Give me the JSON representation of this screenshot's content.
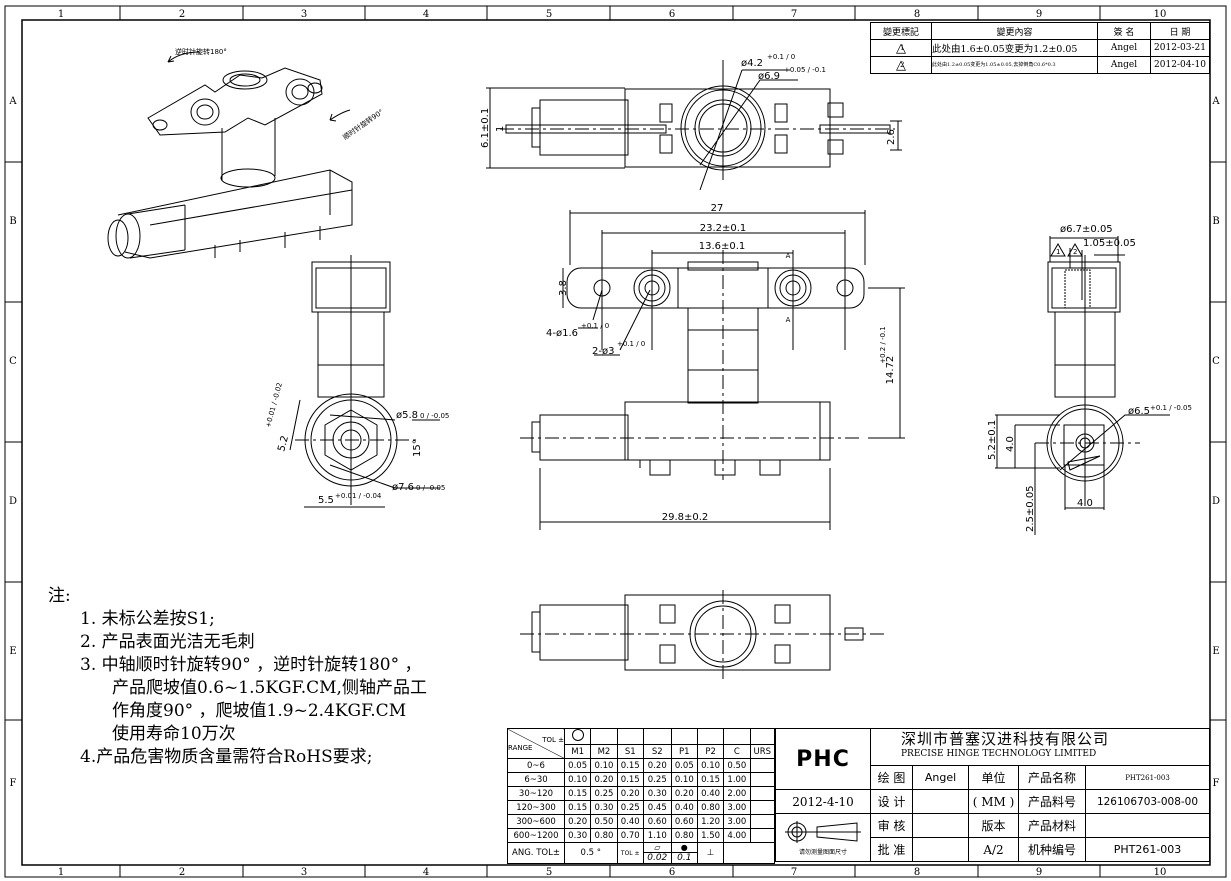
{
  "frame": {
    "columns": [
      "1",
      "2",
      "3",
      "4",
      "5",
      "6",
      "7",
      "8",
      "9",
      "10"
    ],
    "rows": [
      "A",
      "B",
      "C",
      "D",
      "E",
      "F"
    ]
  },
  "revision_table": {
    "headers": [
      "變更標記",
      "變更內容",
      "簽 名",
      "日 期"
    ],
    "rows": [
      {
        "mark": "1",
        "content": "此处由1.6±0.05变更为1.2±0.05",
        "signer": "Angel",
        "date": "2012-03-21"
      },
      {
        "mark": "2",
        "content": "此处由1.2±0.05变更为1.05±0.05,去掉倒角C0.6*0.3",
        "signer": "Angel",
        "date": "2012-04-10"
      }
    ]
  },
  "iso_view": {
    "ccw_label": "逆时针旋转180°",
    "cw_label": "顺时针旋转90°"
  },
  "dimensions": {
    "top_view": {
      "d_inner": "ø4.2",
      "d_inner_tol": "+0.1 / 0",
      "d_outer": "ø6.9",
      "d_outer_tol": "+0.05 / -0.1",
      "height": "6.1±0.1",
      "thin": "1",
      "right": "2.6"
    },
    "front_view": {
      "overall": "27",
      "hole_pitch": "23.2±0.1",
      "boss_pitch": "13.6±0.1",
      "flange": "3.8",
      "small_holes": "4-ø1.6",
      "small_holes_tol": "+0.1 / 0",
      "boss_holes": "2-ø3",
      "boss_holes_tol": "+0.1 / 0",
      "height": "14.72",
      "height_tol": "+0.2 / -0.1",
      "length": "29.8±0.2",
      "section": "A"
    },
    "left_view": {
      "flat": "5.2",
      "flat_tol": "+0.01 / -0.02",
      "d1": "ø5.8",
      "d1_tol": "0 / -0.05",
      "angle": "15°",
      "d2": "ø7.6",
      "d2_tol": "0 / -0.05",
      "width": "5.5",
      "width_tol": "+0.01 / -0.04"
    },
    "right_view": {
      "dia": "ø6.7±0.05",
      "rev1": "1",
      "rev2": "2",
      "slot": "1.05±0.05",
      "d": "ø6.5",
      "d_tol": "+0.1 / -0.05",
      "h": "5.2±0.1",
      "h2": "4.0",
      "offset": "2.5±0.05",
      "w": "4.0"
    }
  },
  "notes": {
    "title": "注:",
    "items": [
      "1.  未标公差按S1;",
      "2.  产品表面光洁无毛刺",
      "3.  中轴顺时针旋转90° ，逆时针旋转180° ，",
      "     产品爬坡值0.6~1.5KGF.CM,侧轴产品工",
      "     作角度90° ，爬坡值1.9~2.4KGF.CM",
      "     使用寿命10万次",
      "4.产品危害物质含量需符合RoHS要求;"
    ]
  },
  "tolerance_table": {
    "tol_label": "TOL ±",
    "range_label": "RANGE",
    "columns": [
      "M1",
      "M2",
      "S1",
      "S2",
      "P1",
      "P2",
      "C",
      "URS"
    ],
    "rows": [
      {
        "range": "0~6",
        "values": [
          "0.05",
          "0.10",
          "0.15",
          "0.20",
          "0.05",
          "0.10",
          "0.50",
          ""
        ]
      },
      {
        "range": "6~30",
        "values": [
          "0.10",
          "0.20",
          "0.15",
          "0.25",
          "0.10",
          "0.15",
          "1.00",
          ""
        ]
      },
      {
        "range": "30~120",
        "values": [
          "0.15",
          "0.25",
          "0.20",
          "0.30",
          "0.20",
          "0.40",
          "2.00",
          ""
        ]
      },
      {
        "range": "120~300",
        "values": [
          "0.15",
          "0.30",
          "0.25",
          "0.45",
          "0.40",
          "0.80",
          "3.00",
          ""
        ]
      },
      {
        "range": "300~600",
        "values": [
          "0.20",
          "0.50",
          "0.40",
          "0.60",
          "0.60",
          "1.20",
          "3.00",
          ""
        ]
      },
      {
        "range": "600~1200",
        "values": [
          "0.30",
          "0.80",
          "0.70",
          "1.10",
          "0.80",
          "1.50",
          "4.00",
          ""
        ]
      }
    ],
    "ang_label": "ANG.   TOL±",
    "ang_value": "0.5 °",
    "tol_short": "TOL ±",
    "flatness": "0.02",
    "concentricity": "0.1",
    "perp_symbol": "⊥"
  },
  "title_block": {
    "logo": "PHC",
    "company_cn": "深圳市普塞汉进科技有限公司",
    "company_en": "PRECISE HINGE TECHNOLOGY LIMITED",
    "date": "2012-4-10",
    "projection_note": "请勿测量图面尺寸",
    "drawn_label": "绘 图",
    "drawn_value": "Angel",
    "design_label": "设 计",
    "design_value": "",
    "review_label": "审 核",
    "review_value": "",
    "approve_label": "批 准",
    "approve_value": "",
    "unit_label": "单位",
    "unit_value": "( MM )",
    "version_label": "版本",
    "version_value": "A/2",
    "product_name_label": "产品名称",
    "product_name": "PHT261-003",
    "part_no_label": "产品料号",
    "part_no": "126106703-008-00",
    "material_label": "产品材料",
    "material": "",
    "model_label": "机种编号",
    "model": "PHT261-003"
  }
}
